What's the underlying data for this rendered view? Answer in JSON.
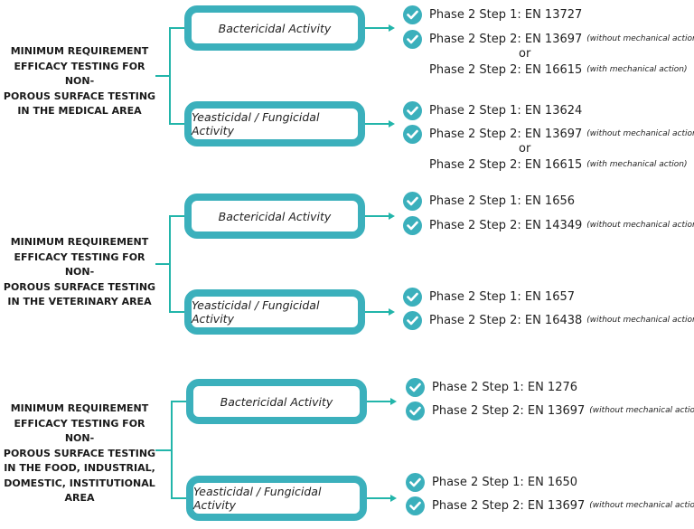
{
  "colors": {
    "box_border": "#3bb0bc",
    "connector": "#22b5aa",
    "check": "#3bb0bc"
  },
  "icon": "check-circle-icon",
  "sections": [
    {
      "label": [
        "MINIMUM REQUIREMENT",
        "EFFICACY TESTING FOR NON-",
        "POROUS SURFACE TESTING",
        "IN THE MEDICAL AREA"
      ],
      "branches": [
        {
          "title": "Bactericidal Activity",
          "lines": [
            {
              "type": "check",
              "text": "Phase 2 Step 1: EN 13727",
              "note": ""
            },
            {
              "type": "check",
              "text": "Phase 2 Step 2: EN 13697",
              "note": "(without mechanical action)"
            },
            {
              "type": "or",
              "text": "or"
            },
            {
              "type": "plain",
              "text": "Phase 2 Step 2: EN 16615",
              "note": "(with mechanical action)"
            }
          ]
        },
        {
          "title": "Yeasticidal / Fungicidal Activity",
          "lines": [
            {
              "type": "check",
              "text": "Phase 2 Step 1: EN 13624",
              "note": ""
            },
            {
              "type": "check",
              "text": "Phase 2 Step 2: EN 13697",
              "note": "(without mechanical action)"
            },
            {
              "type": "or",
              "text": "or"
            },
            {
              "type": "plain",
              "text": "Phase 2 Step 2: EN 16615",
              "note": "(with mechanical action)"
            }
          ]
        }
      ]
    },
    {
      "label": [
        "MINIMUM REQUIREMENT",
        "EFFICACY TESTING FOR NON-",
        "POROUS SURFACE TESTING",
        "IN THE VETERINARY AREA"
      ],
      "branches": [
        {
          "title": "Bactericidal Activity",
          "lines": [
            {
              "type": "check",
              "text": "Phase 2 Step 1: EN 1656",
              "note": ""
            },
            {
              "type": "check",
              "text": "Phase 2 Step 2: EN 14349",
              "note": "(without mechanical action)"
            }
          ]
        },
        {
          "title": "Yeasticidal / Fungicidal Activity",
          "lines": [
            {
              "type": "check",
              "text": "Phase 2 Step 1: EN 1657",
              "note": ""
            },
            {
              "type": "check",
              "text": "Phase 2 Step 2: EN 16438",
              "note": "(without mechanical action)"
            }
          ]
        }
      ]
    },
    {
      "label": [
        "MINIMUM REQUIREMENT",
        "EFFICACY TESTING FOR NON-",
        "POROUS SURFACE TESTING",
        "IN THE FOOD, INDUSTRIAL,",
        "DOMESTIC, INSTITUTIONAL",
        "AREA"
      ],
      "branches": [
        {
          "title": "Bactericidal Activity",
          "lines": [
            {
              "type": "check",
              "text": "Phase 2 Step 1: EN 1276",
              "note": ""
            },
            {
              "type": "check",
              "text": "Phase 2 Step 2: EN 13697",
              "note": "(without mechanical action)"
            }
          ]
        },
        {
          "title": "Yeasticidal / Fungicidal Activity",
          "lines": [
            {
              "type": "check",
              "text": "Phase 2 Step 1: EN 1650",
              "note": ""
            },
            {
              "type": "check",
              "text": "Phase 2 Step 2: EN 13697",
              "note": "(without mechanical action)"
            }
          ]
        }
      ]
    }
  ]
}
